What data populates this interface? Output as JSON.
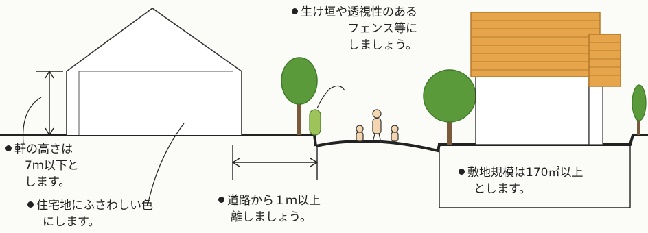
{
  "annotations": {
    "eaves": {
      "lines": [
        "軒の高さは",
        "7ｍ以下と",
        "します。"
      ]
    },
    "hedge": {
      "lines": [
        "生け垣や透視性のある",
        "フェンス等に",
        "しましょう。"
      ]
    },
    "residential": {
      "lines": [
        "住宅地にふさわしい色",
        "にします。"
      ]
    },
    "setback": {
      "lines": [
        "道路から１ｍ以上",
        "離しましょう。"
      ]
    },
    "lot_size": {
      "lines": [
        "敷地規模は170㎡以上",
        "とします。"
      ]
    }
  },
  "colors": {
    "ink": "#222222",
    "tree_green": "#5a9a3a",
    "tree_dark": "#3f7a2a",
    "trunk": "#7a5a3a",
    "roof_orange": "#e6a54a",
    "roof_line": "#b77a2a",
    "hedge_green": "#9cc45a",
    "person_skin": "#f3d6b0"
  }
}
